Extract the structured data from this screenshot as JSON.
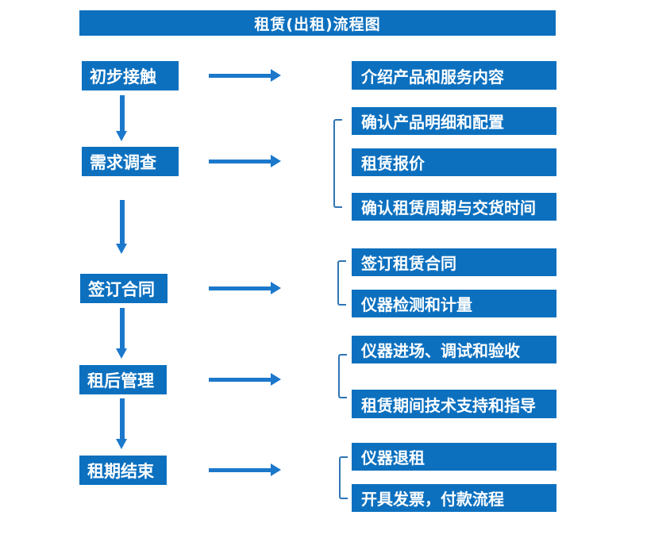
{
  "title": "租赁(出租)流程图",
  "colors": {
    "box_blue": "#0c70bf",
    "arrow_blue": "#1b78cb",
    "bracket_blue": "#2e75b6",
    "text_white": "#ffffff"
  },
  "steps": [
    {
      "label": "初步接触",
      "details": [
        "介绍产品和服务内容"
      ]
    },
    {
      "label": "需求调查",
      "details": [
        "确认产品明细和配置",
        "租赁报价",
        "确认租赁周期与交货时间"
      ]
    },
    {
      "label": "签订合同",
      "details": [
        "签订租赁合同",
        "仪器检测和计量"
      ]
    },
    {
      "label": "租后管理",
      "details": [
        "仪器进场、调试和验收",
        "租赁期间技术支持和指导"
      ]
    },
    {
      "label": "租期结束",
      "details": [
        "仪器退租",
        "开具发票，付款流程"
      ]
    }
  ]
}
